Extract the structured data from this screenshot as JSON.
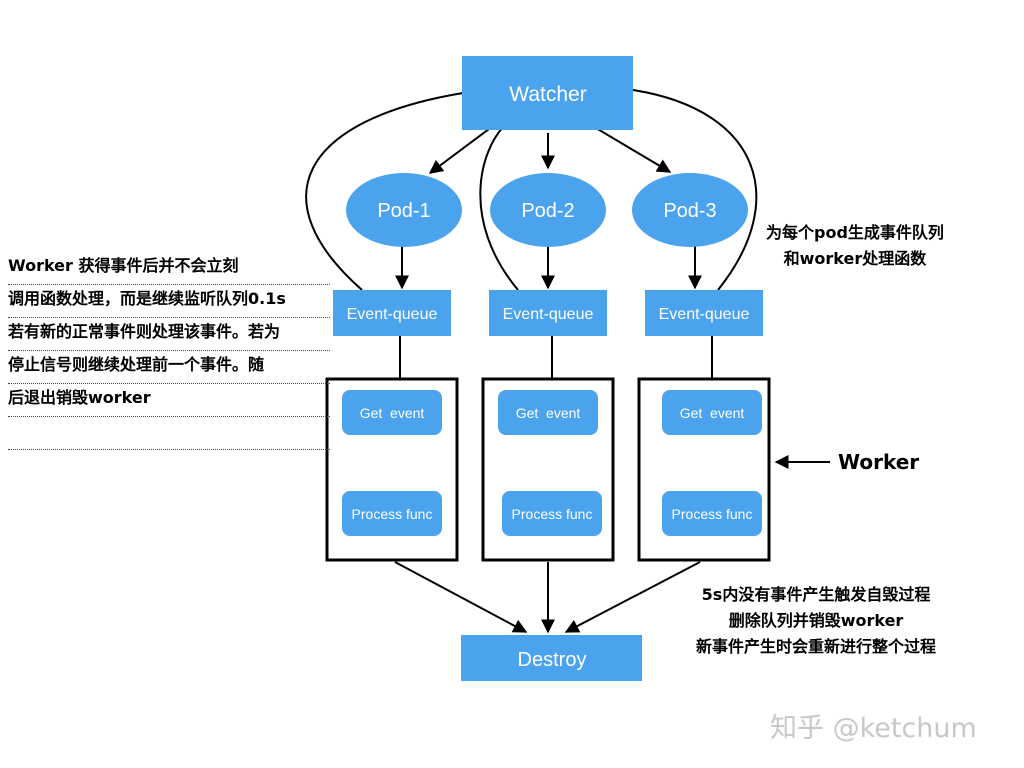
{
  "nodes": {
    "watcher": "Watcher",
    "pods": [
      "Pod-1",
      "Pod-2",
      "Pod-3"
    ],
    "queues": [
      "Event-queue",
      "Event-queue",
      "Event-queue"
    ],
    "get_event": [
      "Get  event",
      "Get  event",
      "Get  event"
    ],
    "process_func": [
      "Process func",
      "Process func",
      "Process func"
    ],
    "destroy": "Destroy"
  },
  "labels": {
    "worker": "Worker"
  },
  "notes": {
    "left": [
      "Worker 获得事件后并不会立刻",
      "调用函数处理，而是继续监听队列0.1s",
      "若有新的正常事件则处理该事件。若为",
      "停止信号则继续处理前一个事件。随",
      "后退出销毁worker",
      ""
    ],
    "right_top": [
      "为每个pod生成事件队列",
      "和worker处理函数"
    ],
    "right_bottom": [
      "5s内没有事件产生触发自毁过程",
      "删除队列并销毁worker",
      "新事件产生时会重新进行整个过程"
    ]
  },
  "watermark": "知乎 @ketchum",
  "colors": {
    "node_fill": "#4aa3ec",
    "node_text": "#ffffff",
    "line": "#000000",
    "watermark": "#c8c8c8"
  }
}
